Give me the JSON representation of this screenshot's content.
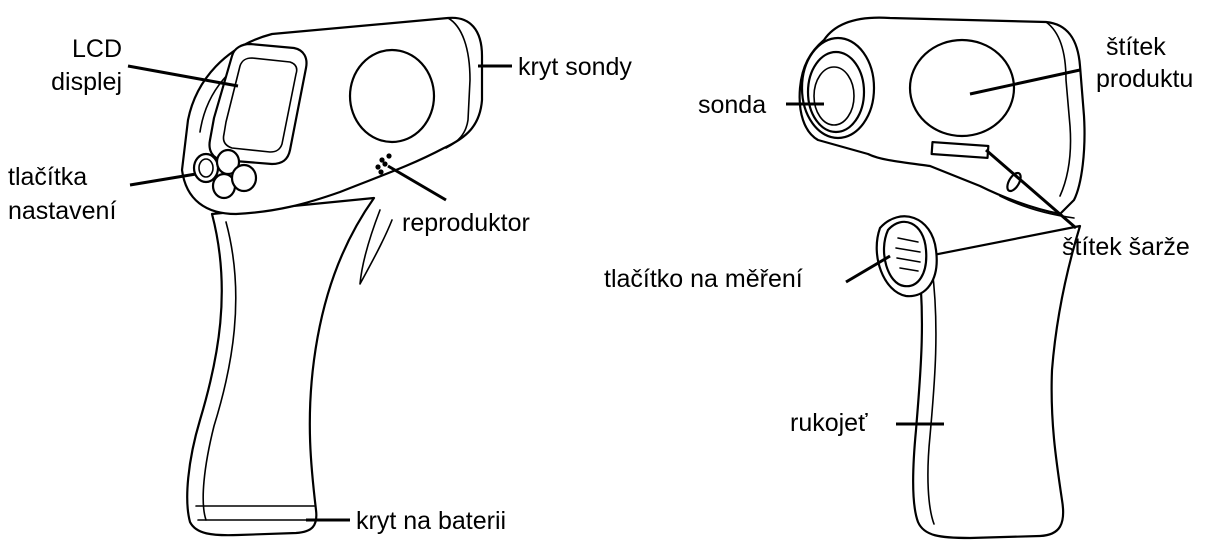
{
  "front_view": {
    "lcd_label_line1": "LCD",
    "lcd_label_line2": "displej",
    "buttons_label_line1": "tlačítka",
    "buttons_label_line2": "nastavení",
    "probe_cover_label": "kryt sondy",
    "speaker_label": "reproduktor",
    "battery_cover_label": "kryt na baterii"
  },
  "back_view": {
    "probe_label": "sonda",
    "product_label_line1": "štítek",
    "product_label_line2": "produktu",
    "batch_label": "štítek šarže",
    "trigger_label": "tlačítko na měření",
    "handle_label": "rukojeť"
  }
}
